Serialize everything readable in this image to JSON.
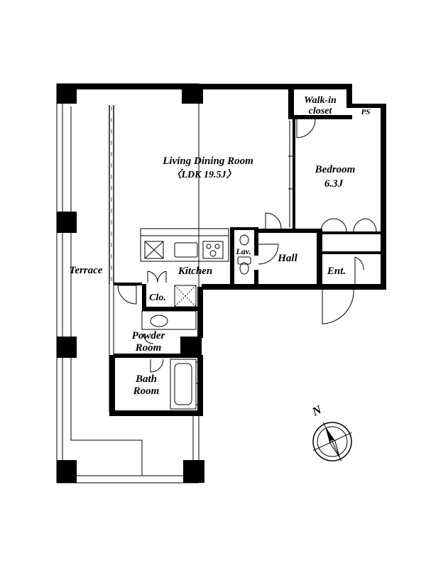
{
  "rooms": {
    "living": "Living Dining Room",
    "living_size": "〈LDK 19.5J〉",
    "bedroom": "Bedroom",
    "bedroom_size": "6.3J",
    "walkin_line1": "Walk-in",
    "walkin_line2": "closet",
    "ps": "PS",
    "terrace": "Terrace",
    "kitchen": "Kitchen",
    "lav": "Lav.",
    "hall": "Hall",
    "ent": "Ent.",
    "clo": "Clo.",
    "powder_line1": "Powder",
    "powder_line2": "Room",
    "bath_line1": "Bath",
    "bath_line2": "Room"
  },
  "compass": {
    "north": "N",
    "icon": "compass-rose-icon"
  },
  "colors": {
    "wall": "#000000",
    "background": "#ffffff"
  }
}
